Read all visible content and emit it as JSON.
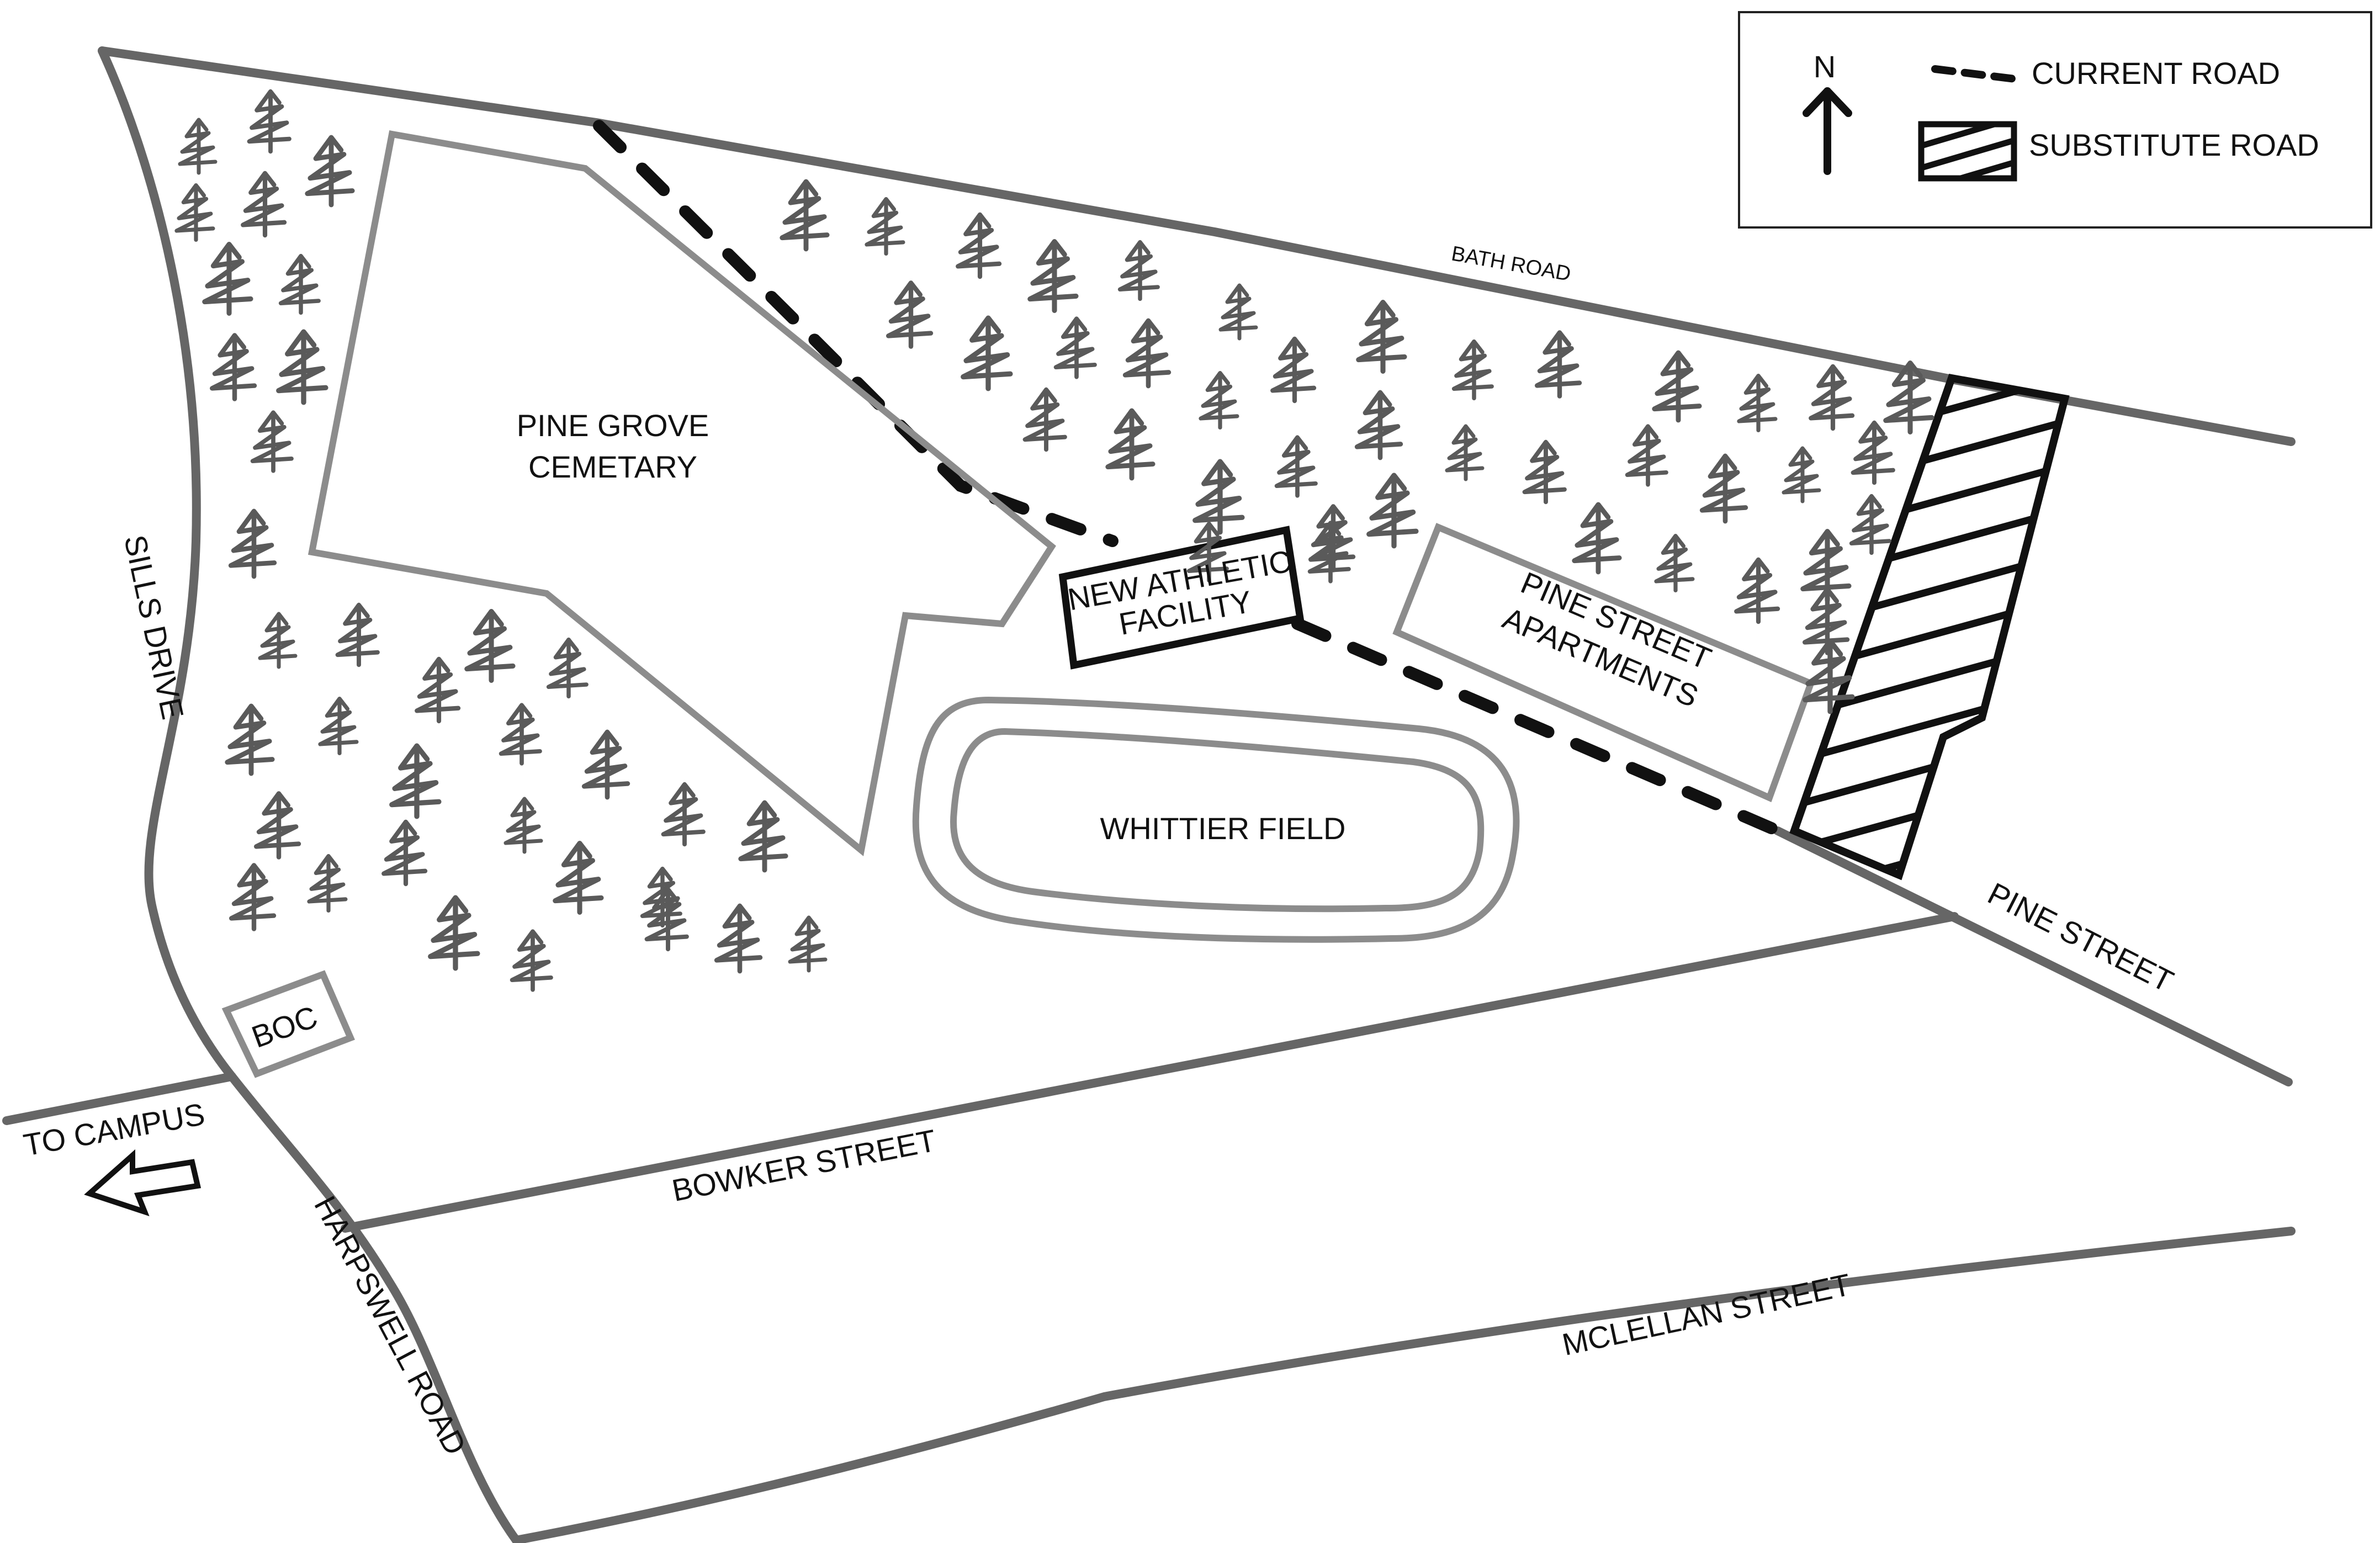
{
  "legend": {
    "north_label": "N",
    "current_road_label": "CURRENT ROAD",
    "substitute_road_label": "SUBSTITUTE ROAD"
  },
  "places": {
    "cemetery_line1": "PINE GROVE",
    "cemetery_line2": "CEMETARY",
    "athletic_line1": "NEW ATHLETIC",
    "athletic_line2": "FACILITY",
    "apartments_line1": "PINE STREET",
    "apartments_line2": "APARTMENTS",
    "field": "WHITTIER FIELD",
    "boc": "BOC"
  },
  "roads": {
    "bath": "BATH ROAD",
    "sills": "SILLS DRIVE",
    "pine": "PINE STREET",
    "bowker": "BOWKER STREET",
    "mclellan": "MCLELLAN STREET",
    "harpswell": "HARPSWELL ROAD"
  },
  "direction": {
    "to_campus": "TO CAMPUS"
  },
  "colors": {
    "road": "#666666",
    "outline": "#8c8c8c",
    "current_road": "#111111",
    "tree": "#5a5a5a"
  }
}
